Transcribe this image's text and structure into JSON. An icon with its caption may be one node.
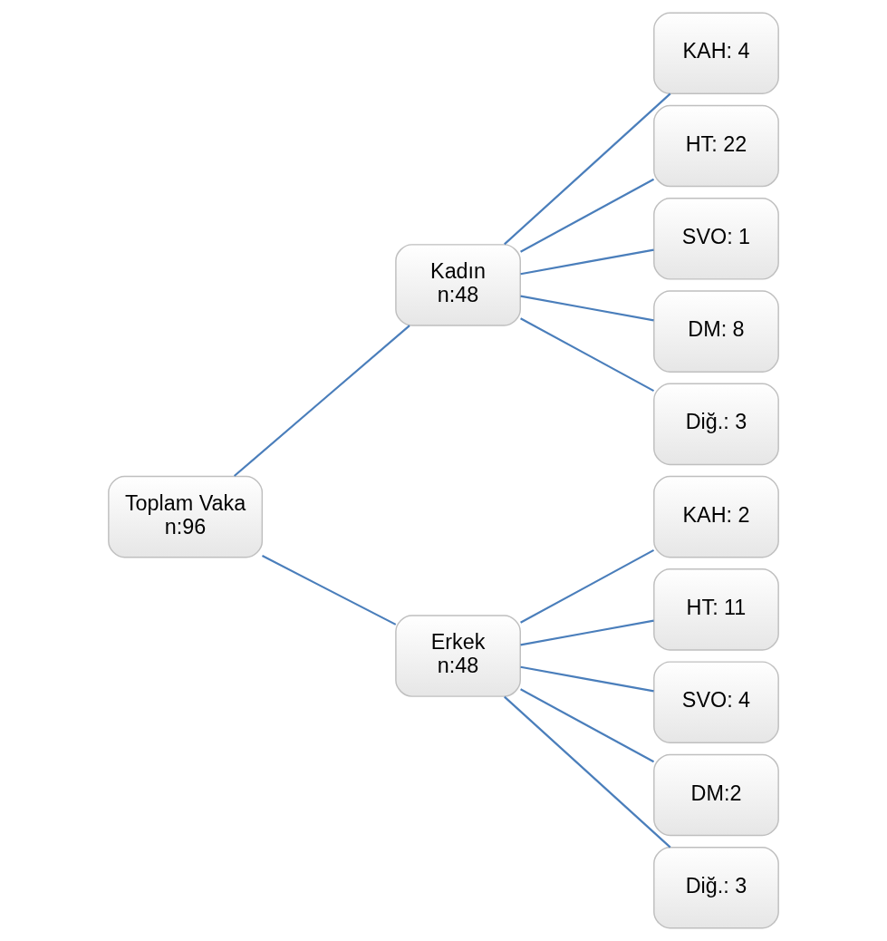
{
  "diagram": {
    "nodes": [
      {
        "text": [
          "Toplam Vaka",
          "n:96"
        ]
      },
      {
        "text": [
          "Kadın",
          "n:48"
        ]
      },
      {
        "text": [
          "KAH: 4"
        ]
      },
      {
        "text": [
          "HT: 22"
        ]
      },
      {
        "text": [
          "SVO: 1"
        ]
      },
      {
        "text": [
          "DM: 8"
        ]
      },
      {
        "text": [
          "Diğ.: 3"
        ]
      },
      {
        "text": [
          "Erkek",
          "n:48"
        ]
      },
      {
        "text": [
          "KAH: 2"
        ]
      },
      {
        "text": [
          "HT: 11"
        ]
      },
      {
        "text": [
          "SVO: 4"
        ]
      },
      {
        "text": [
          "DM:2"
        ]
      },
      {
        "text": [
          "Diğ.: 3"
        ]
      }
    ],
    "edges": [
      {
        "from": 0,
        "to": 1,
        "arrow": "none"
      },
      {
        "from": 0,
        "to": 7,
        "arrow": "none"
      },
      {
        "from": 1,
        "to": 2,
        "arrow": "none"
      },
      {
        "from": 1,
        "to": 3,
        "arrow": "none"
      },
      {
        "from": 1,
        "to": 4,
        "arrow": "none"
      },
      {
        "from": 1,
        "to": 5,
        "arrow": "none"
      },
      {
        "from": 1,
        "to": 6,
        "arrow": "none"
      },
      {
        "from": 7,
        "to": 8,
        "arrow": "none"
      },
      {
        "from": 7,
        "to": 9,
        "arrow": "none"
      },
      {
        "from": 7,
        "to": 10,
        "arrow": "none"
      },
      {
        "from": 7,
        "to": 11,
        "arrow": "none"
      },
      {
        "from": 7,
        "to": 12,
        "arrow": "none"
      }
    ]
  }
}
